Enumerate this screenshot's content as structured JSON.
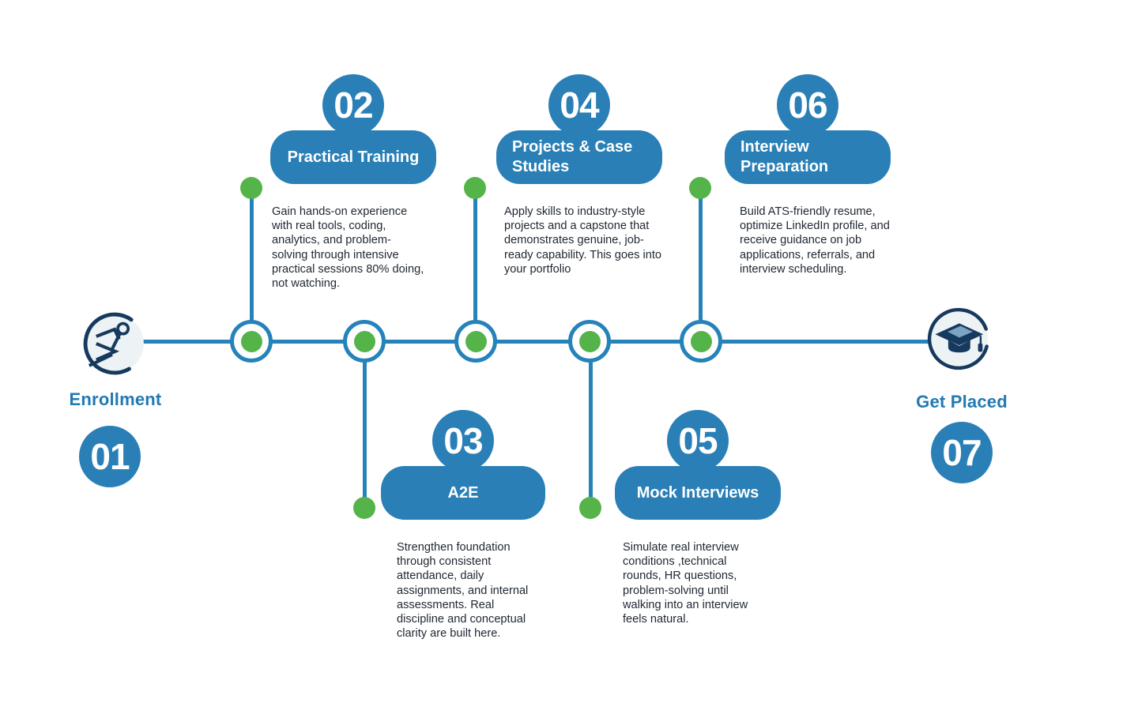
{
  "colors": {
    "blue": "#2a80b6",
    "line_blue": "#2583ba",
    "green": "#54b44a",
    "navy": "#16395e",
    "icon_bg": "#edf2f5",
    "cap_highlight": "#7ba3c2",
    "label_blue": "#2179b4",
    "text_dark": "#1f2733"
  },
  "start": {
    "icon": "runner-icon",
    "label": "Enrollment",
    "number": "01"
  },
  "end": {
    "icon": "graduation-cap-icon",
    "label": "Get Placed",
    "number": "07"
  },
  "steps": [
    {
      "number": "02",
      "title": "Practical Training",
      "position": "top",
      "description": "Gain hands-on experience with real tools, coding, analytics, and problem-solving through intensive practical sessions 80% doing, not watching."
    },
    {
      "number": "03",
      "title": "A2E",
      "position": "bottom",
      "description": "Strengthen foundation through consistent attendance, daily assignments, and internal assessments. Real discipline and conceptual clarity are built here."
    },
    {
      "number": "04",
      "title": "Projects & Case Studies",
      "position": "top",
      "description": "Apply skills to industry-style projects and a capstone that demonstrates genuine, job-ready capability. This goes into your portfolio"
    },
    {
      "number": "05",
      "title": "Mock Interviews",
      "position": "bottom",
      "description": "Simulate real interview conditions ,technical rounds, HR questions, problem-solving until walking into an interview feels natural."
    },
    {
      "number": "06",
      "title": "Interview Preparation",
      "position": "top",
      "description": "Build ATS-friendly resume, optimize LinkedIn profile, and receive guidance on job applications, referrals, and interview scheduling."
    }
  ]
}
